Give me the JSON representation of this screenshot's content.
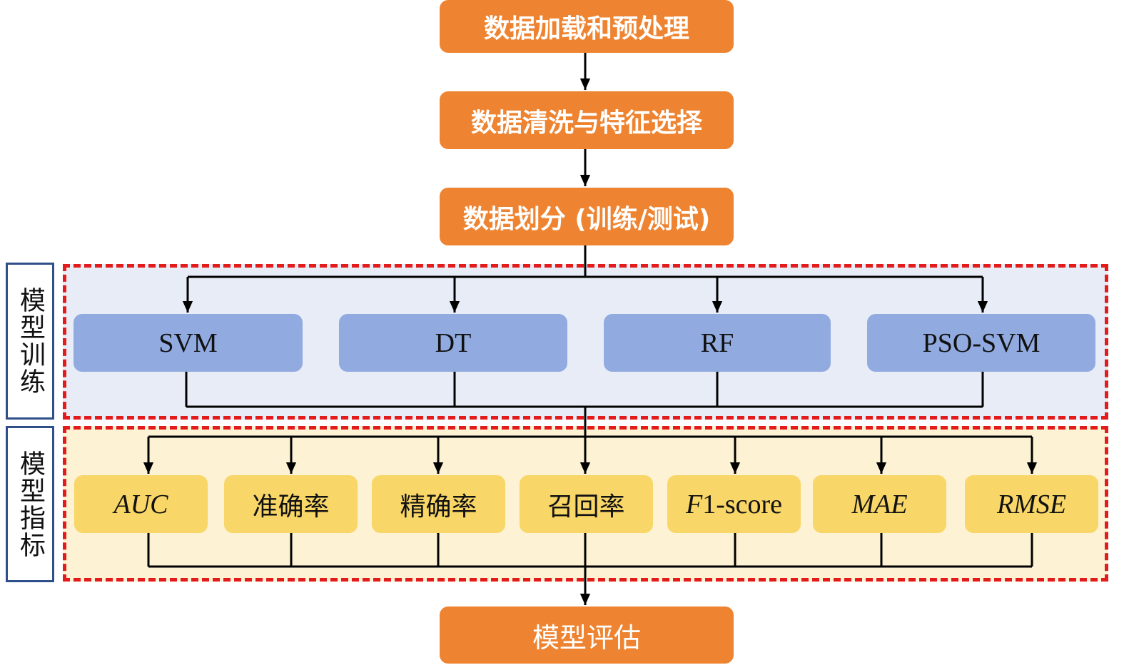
{
  "colors": {
    "step_fill": "#ee8431",
    "model_fill": "#91abe0",
    "metric_fill": "#f8d667",
    "training_bg": "#e8ecf6",
    "metrics_bg": "#fdf2d3",
    "dashed_frame": "#e31b1b",
    "side_label_border": "#2f4f8a",
    "connector": "#000000"
  },
  "pipeline": {
    "step1": "数据加载和预处理",
    "step2": "数据清洗与特征选择",
    "step3": "数据划分 (训练/测试)",
    "final": "模型评估"
  },
  "training": {
    "side_label": "模型训练",
    "models": [
      "SVM",
      "DT",
      "RF",
      "PSO-SVM"
    ]
  },
  "metrics": {
    "side_label": "模型指标",
    "items": [
      "AUC",
      "准确率",
      "精确率",
      "召回率",
      "F1-score",
      "MAE",
      "RMSE"
    ]
  }
}
